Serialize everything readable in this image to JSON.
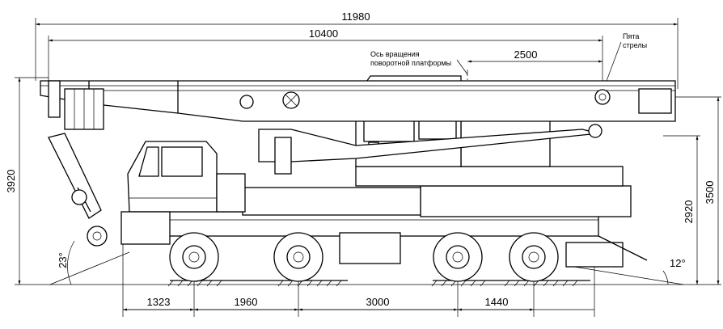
{
  "dimensions": {
    "overall_length": "11980",
    "boom_length": "10400",
    "rotation_axis_to_boom_heel": "2500",
    "overall_height": "3920",
    "height_to_boom_heel": "3500",
    "height_to_platform": "2920",
    "front_overhang": "1323",
    "wheelbase_1_2": "1960",
    "wheelbase_2_3": "3000",
    "wheelbase_3_4": "1440",
    "approach_angle": "23°",
    "departure_angle": "12°"
  },
  "annotations": {
    "rotation_axis_line1": "Ось вращения",
    "rotation_axis_line2": "поворотной платформы",
    "boom_heel_line1": "Пята",
    "boom_heel_line2": "стрелы"
  }
}
